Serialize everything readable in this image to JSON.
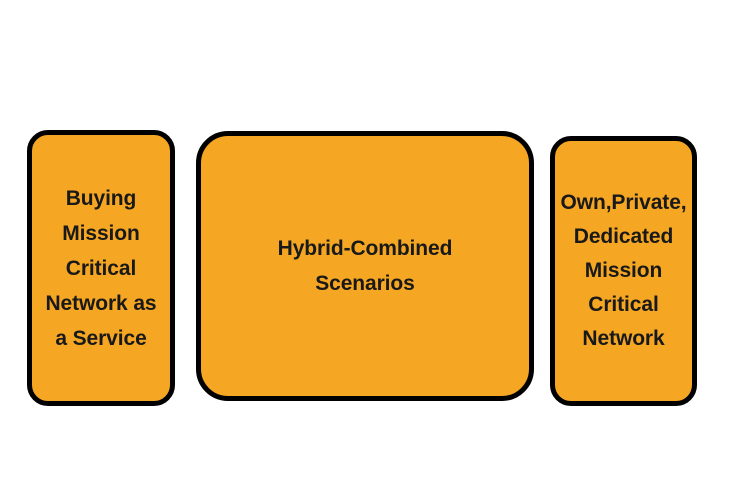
{
  "diagram": {
    "background_color": "#ffffff",
    "node_fill_color": "#f5a623",
    "node_border_color": "#000000",
    "node_text_color": "#191919",
    "nodes": [
      {
        "id": "buying-maas",
        "label": "Buying\nMission\nCritical\nNetwork as\na Service",
        "shape": "rounded-rectangle"
      },
      {
        "id": "hybrid-combined",
        "label": "Hybrid-Combined\nScenarios",
        "shape": "rounded-rectangle"
      },
      {
        "id": "own-private",
        "label": "Own,Private,\nDedicated\nMission\nCritical\nNetwork",
        "shape": "rounded-rectangle"
      }
    ]
  }
}
